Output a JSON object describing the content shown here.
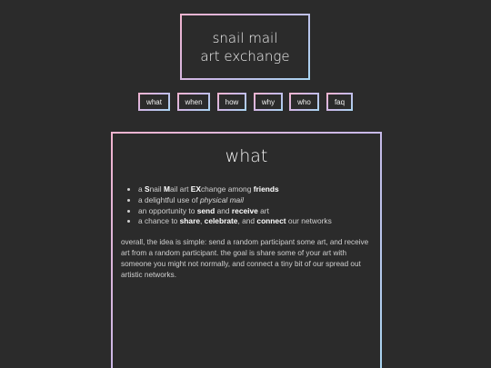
{
  "header": {
    "title_line1": "snail mail",
    "title_line2": "art exchange"
  },
  "nav": {
    "items": [
      "what",
      "when",
      "how",
      "why",
      "who",
      "faq"
    ]
  },
  "section": {
    "title": "what",
    "bullets": [
      {
        "parts": [
          {
            "t": "a ",
            "s": "n"
          },
          {
            "t": "S",
            "s": "b"
          },
          {
            "t": "nail ",
            "s": "n"
          },
          {
            "t": "M",
            "s": "b"
          },
          {
            "t": "ail art ",
            "s": "n"
          },
          {
            "t": "EX",
            "s": "b"
          },
          {
            "t": "change among ",
            "s": "n"
          },
          {
            "t": "friends",
            "s": "b"
          }
        ]
      },
      {
        "parts": [
          {
            "t": "a delightful use of ",
            "s": "n"
          },
          {
            "t": "physical mail",
            "s": "i"
          }
        ]
      },
      {
        "parts": [
          {
            "t": "an opportunity to ",
            "s": "n"
          },
          {
            "t": "send",
            "s": "b"
          },
          {
            "t": " and ",
            "s": "n"
          },
          {
            "t": "receive",
            "s": "b"
          },
          {
            "t": " art",
            "s": "n"
          }
        ]
      },
      {
        "parts": [
          {
            "t": "a chance to ",
            "s": "n"
          },
          {
            "t": "share",
            "s": "b"
          },
          {
            "t": ", ",
            "s": "n"
          },
          {
            "t": "celebrate",
            "s": "b"
          },
          {
            "t": ", and ",
            "s": "n"
          },
          {
            "t": "connect",
            "s": "b"
          },
          {
            "t": " our networks",
            "s": "n"
          }
        ]
      }
    ],
    "paragraph": "overall, the idea is simple: send a random participant some art, and receive art from a random participant. the goal is share some of your art with someone you might not normally, and connect a tiny bit of our spread out artistic networks."
  },
  "colors": {
    "background": "#2b2b2b",
    "border_gradient": [
      "#f2b4cf",
      "#c9b8e8",
      "#a8d4f0"
    ]
  }
}
